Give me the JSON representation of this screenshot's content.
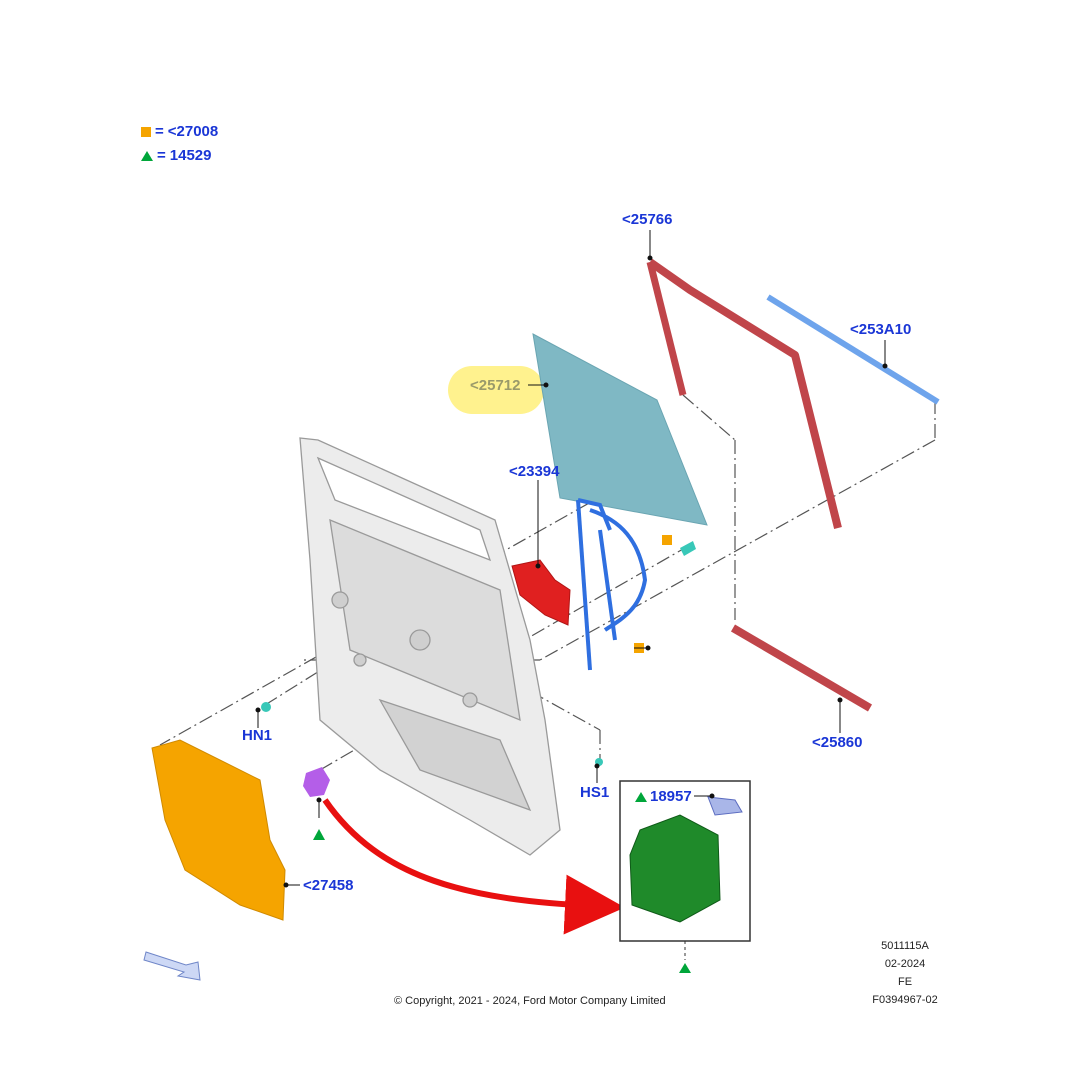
{
  "legend": [
    {
      "symbol": "square-orange",
      "label": "<27008"
    },
    {
      "symbol": "triangle-green",
      "label": "14529"
    }
  ],
  "legend_eq": "=",
  "callouts": {
    "p25766": "<25766",
    "p253A10": "<253A10",
    "p25712": "<25712",
    "p23394": "<23394",
    "hn1": "HN1",
    "hs1": "HS1",
    "p25860": "<25860",
    "p18957": "18957",
    "p27458": "<27458"
  },
  "highlighted_callout": "<25712",
  "meta": {
    "code": "5011115A",
    "date": "02-2024",
    "region": "FE",
    "figure_id": "F0394967-02"
  },
  "copyright": "© Copyright, 2021 - 2024, Ford Motor Company Limited",
  "colors": {
    "callout_blue": "#1a36d6",
    "glass": "#7fb8c4",
    "weatherstrip": "#c0454a",
    "regulator": "#2f6fe0",
    "motor": "#e02020",
    "shield": "#f5a400",
    "switch": "#1f8a2a",
    "arrow": "#e81010",
    "highlight": "#fff07a"
  }
}
